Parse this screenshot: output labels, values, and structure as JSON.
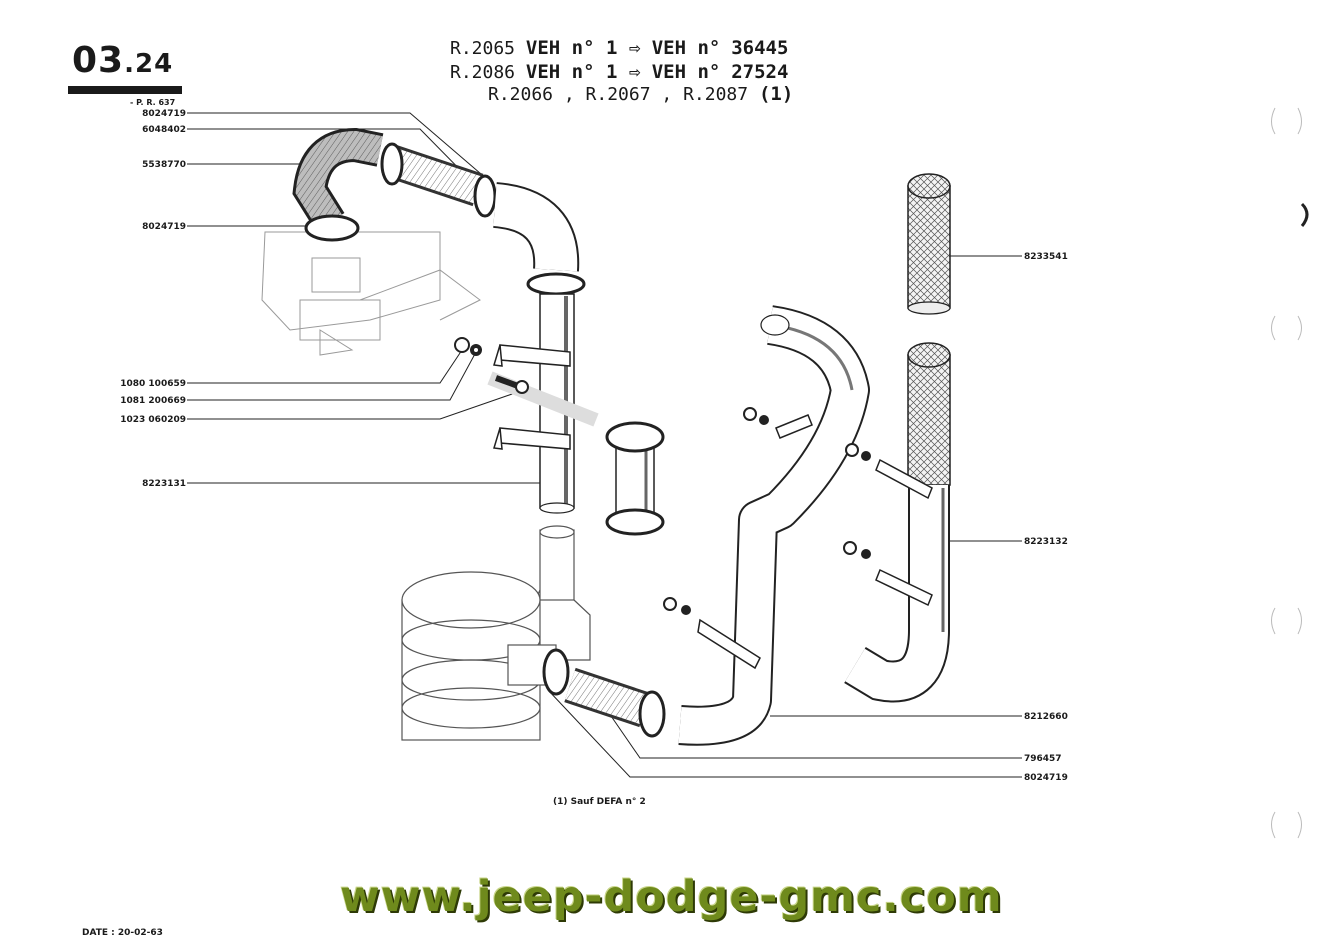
{
  "page": {
    "number_main": "03",
    "number_sub": ".24",
    "ref": "- P. R. 637"
  },
  "header": {
    "line1_model": "R.2065",
    "line1_text": "VEH n° 1 ⇨ VEH n°",
    "line1_num": "36445",
    "line2_model": "R.2086",
    "line2_text": "VEH n° 1 ⇨ VEH n°",
    "line2_num": "27524",
    "line3": "R.2066 , R.2067 , R.2087",
    "line3_note": "(1)"
  },
  "labels_left": {
    "l1": "8024719",
    "l2": "6048402",
    "l3": "5538770",
    "l4": "8024719",
    "l5": "1080 100659",
    "l6": "1081 200669",
    "l7": "1023 060209",
    "l8": "8223131"
  },
  "labels_right": {
    "r1": "8233541",
    "r2": "8223132",
    "r3": "8212660",
    "r4": "796457",
    "r5": "8024719"
  },
  "footnote": "(1) Sauf DEFA n° 2",
  "date": "DATE : 20-02-63",
  "watermark": "www.jeep-dodge-gmc.com"
}
